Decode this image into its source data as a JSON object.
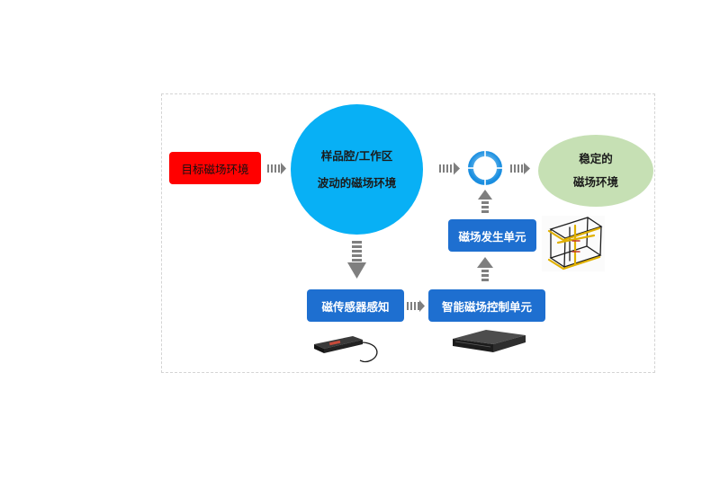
{
  "nodes": {
    "target_env": "目标磁场环境",
    "chamber_line1": "样品腔/工作区",
    "chamber_line2": "波动的磁场环境",
    "stable_line1": "稳定的",
    "stable_line2": "磁场环境",
    "sensor": "磁传感器感知",
    "controller": "智能磁场控制单元",
    "generator": "磁场发生单元"
  },
  "colors": {
    "target": "#ff0000",
    "chamber": "#08b0f5",
    "stable": "#c6e0b4",
    "unit_box": "#1e6fd0",
    "arrow": "#7f7f7f"
  },
  "icons": [
    "summing-ring-icon",
    "magnetometer-device-image",
    "rack-server-image",
    "coil-frame-image"
  ]
}
